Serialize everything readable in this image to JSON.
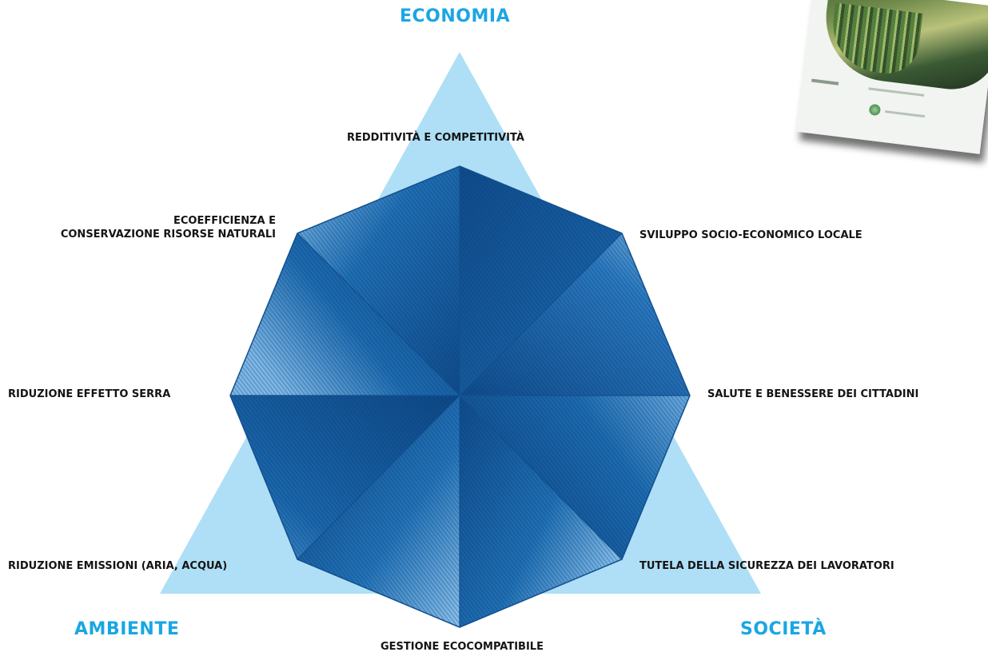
{
  "pillars": {
    "top": "ECONOMIA",
    "left": "AMBIENTE",
    "right": "SOCIETÀ"
  },
  "indicators": [
    {
      "id": "redditivita",
      "lines": [
        "REDDITIVITÀ E COMPETITIVITÀ"
      ]
    },
    {
      "id": "sviluppo",
      "lines": [
        "SVILUPPO SOCIO-ECONOMICO LOCALE"
      ]
    },
    {
      "id": "salute",
      "lines": [
        "SALUTE E BENESSERE DEI CITTADINI"
      ]
    },
    {
      "id": "tutela",
      "lines": [
        "TUTELA DELLA SICUREZZA DEI LAVORATORI"
      ]
    },
    {
      "id": "gestione",
      "lines": [
        "GESTIONE ECOCOMPATIBILE"
      ]
    },
    {
      "id": "emissioni",
      "lines": [
        "RIDUZIONE EMISSIONI (ARIA, ACQUA)"
      ]
    },
    {
      "id": "serra",
      "lines": [
        "RIDUZIONE EFFETTO SERRA"
      ]
    },
    {
      "id": "ecoefficienza",
      "lines": [
        "ECOEFFICIENZA E",
        "CONSERVAZIONE RISORSE NATURALI"
      ]
    }
  ],
  "colors": {
    "pillar_text": "#1aa6e4",
    "triangle": "#aedff6",
    "octagon_dark": "#12508f",
    "octagon_mid": "#1c6aae",
    "octagon_light": "#5b9fd8",
    "label_text": "#141414"
  },
  "decorations": {
    "booklet_icon": "report-cover-thumbnail"
  }
}
